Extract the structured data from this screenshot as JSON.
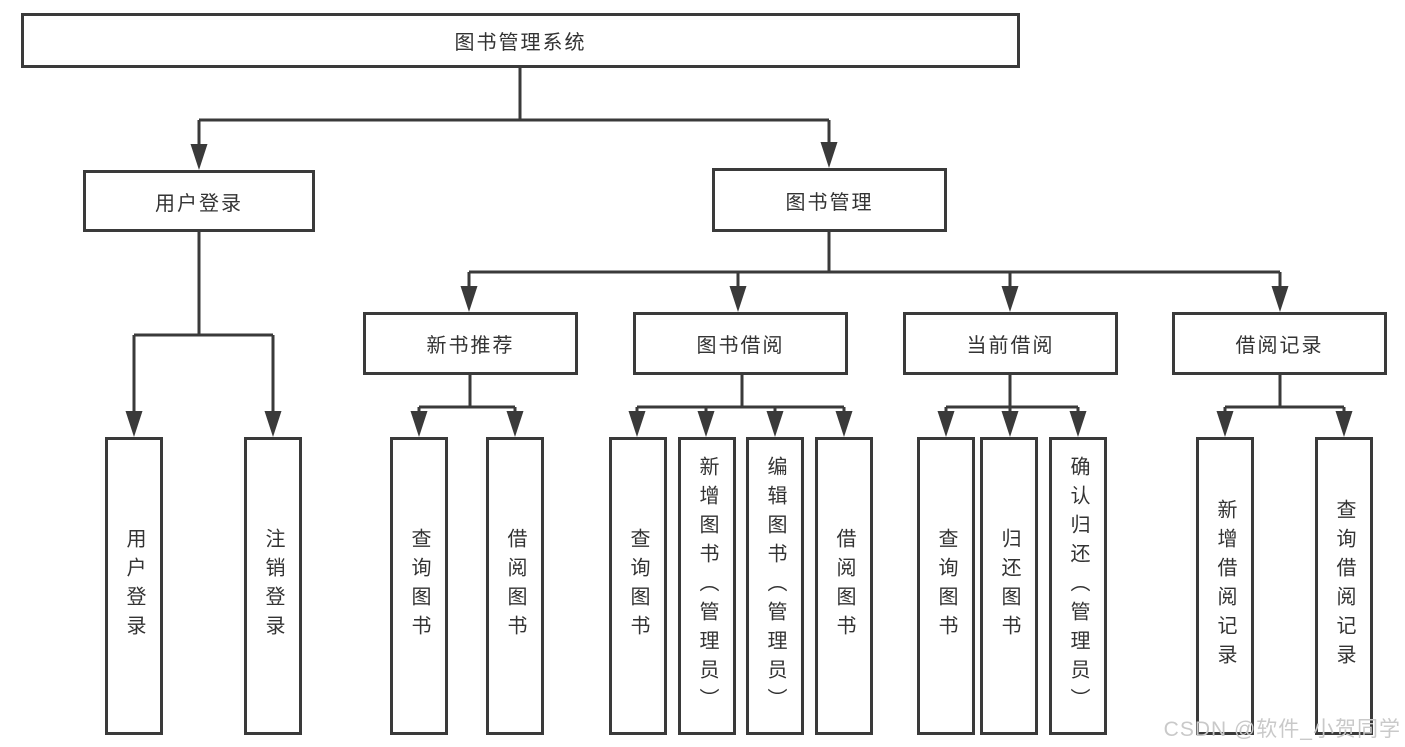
{
  "nodes": {
    "root": {
      "label": "图书管理系统"
    },
    "level2": [
      {
        "label": "用户登录"
      },
      {
        "label": "图书管理"
      }
    ],
    "level3": [
      {
        "label": "新书推荐"
      },
      {
        "label": "图书借阅"
      },
      {
        "label": "当前借阅"
      },
      {
        "label": "借阅记录"
      }
    ],
    "leaves": {
      "user_login": [
        {
          "label": "用户登录"
        },
        {
          "label": "注销登录"
        }
      ],
      "new_book_recommend": [
        {
          "label": "查询图书"
        },
        {
          "label": "借阅图书"
        }
      ],
      "book_borrow": [
        {
          "label": "查询图书"
        },
        {
          "label": "新增图书（管理员）"
        },
        {
          "label": "编辑图书（管理员）"
        },
        {
          "label": "借阅图书"
        }
      ],
      "current_borrow": [
        {
          "label": "查询图书"
        },
        {
          "label": "归还图书"
        },
        {
          "label": "确认归还（管理员）"
        }
      ],
      "borrow_records": [
        {
          "label": "新增借阅记录"
        },
        {
          "label": "查询借阅记录"
        }
      ]
    }
  },
  "watermark": {
    "text": "CSDN @软件_小贺同学"
  },
  "colors": {
    "line": "#3a3a3a",
    "text": "#333333",
    "watermark": "#c9c9c9",
    "background": "#ffffff"
  }
}
